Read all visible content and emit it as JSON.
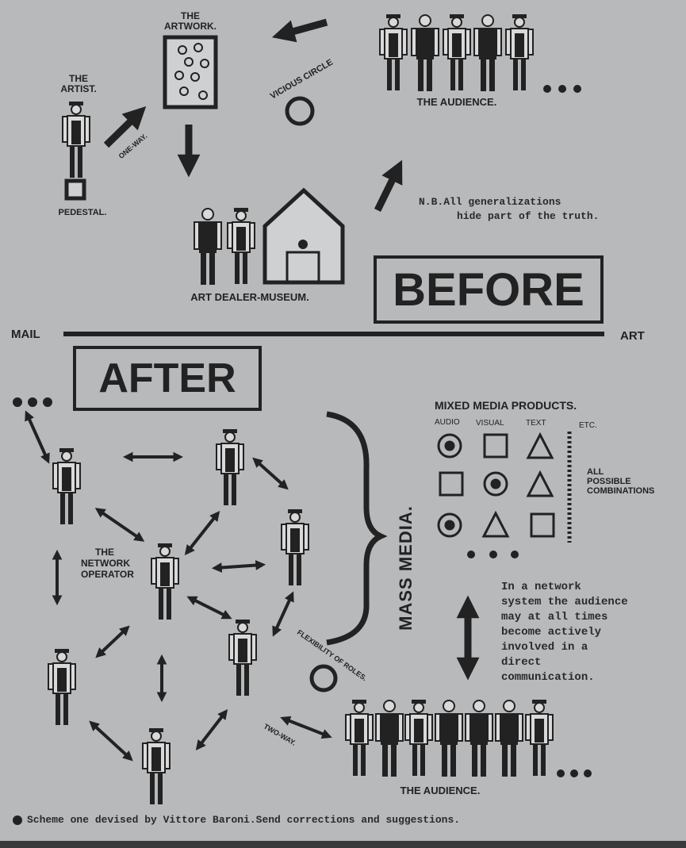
{
  "before": {
    "artwork_label": "THE ARTWORK.",
    "artist_label_1": "THE",
    "artist_label_2": "ARTIST.",
    "pedestal_label": "PEDESTAL.",
    "one_way_label": "ONE-WAY.",
    "vicious_circle_label": "VICIOUS CIRCLE",
    "audience_label": "THE AUDIENCE.",
    "nb_line_1": "N.B.All generalizations",
    "nb_line_2": "hide part of the truth.",
    "dealer_label": "ART DEALER-MUSEUM.",
    "title": "BEFORE"
  },
  "divider": {
    "left": "MAIL",
    "right": "ART"
  },
  "after": {
    "title": "AFTER",
    "network_operator_1": "THE",
    "network_operator_2": "NETWORK",
    "network_operator_3": "OPERATOR",
    "mass_media": "MASS MEDIA.",
    "mixed_media_title": "MIXED MEDIA PRODUCTS.",
    "col_audio": "AUDIO",
    "col_visual": "VISUAL",
    "col_text": "TEXT",
    "col_etc": "ETC.",
    "combinations_1": "ALL",
    "combinations_2": "POSSIBLE",
    "combinations_3": "COMBINATIONS",
    "para_1": "In a network",
    "para_2": "system the audience",
    "para_3": "may at all times",
    "para_4": "become actively",
    "para_5": "involved in a",
    "para_6": "direct",
    "para_7": "communication.",
    "flexibility_label": "FLEXIBILITY OF ROLES.",
    "two_way_label": "TWO-WAY.",
    "audience_label": "THE AUDIENCE."
  },
  "footer": {
    "note": "Scheme one devised by Vittore Baroni.Send corrections and suggestions."
  },
  "colors": {
    "paper": "#b8b9bb",
    "ink": "#222222"
  }
}
